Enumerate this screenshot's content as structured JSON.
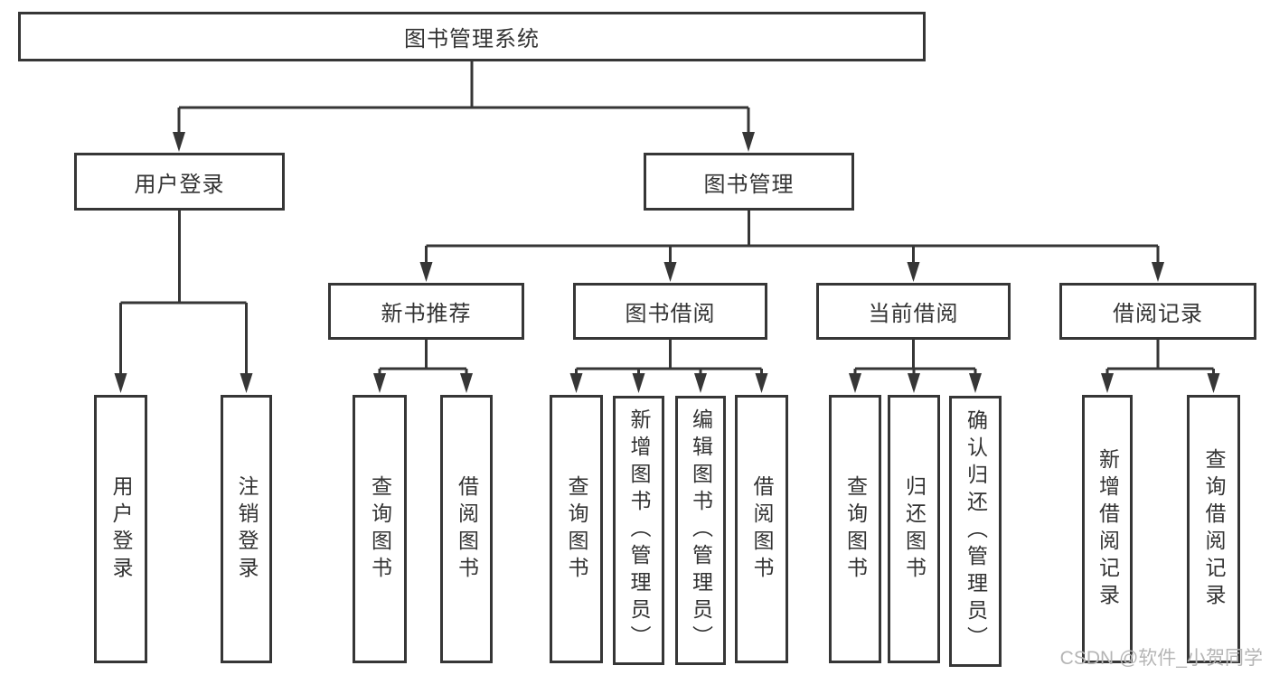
{
  "tree": {
    "root": {
      "label": "图书管理系统"
    },
    "children": [
      {
        "label": "用户登录",
        "children": [
          {
            "label": "用户登录"
          },
          {
            "label": "注销登录"
          }
        ]
      },
      {
        "label": "图书管理",
        "children": [
          {
            "label": "新书推荐",
            "children": [
              {
                "label": "查询图书"
              },
              {
                "label": "借阅图书"
              }
            ]
          },
          {
            "label": "图书借阅",
            "children": [
              {
                "label": "查询图书"
              },
              {
                "label": "新增图书（管理员）"
              },
              {
                "label": "编辑图书（管理员）"
              },
              {
                "label": "借阅图书"
              }
            ]
          },
          {
            "label": "当前借阅",
            "children": [
              {
                "label": "查询图书"
              },
              {
                "label": "归还图书"
              },
              {
                "label": "确认归还（管理员）"
              }
            ]
          },
          {
            "label": "借阅记录",
            "children": [
              {
                "label": "新增借阅记录"
              },
              {
                "label": "查询借阅记录"
              }
            ]
          }
        ]
      }
    ]
  },
  "watermark": "CSDN @软件_小贺同学",
  "colors": {
    "line": "#363636",
    "text": "#333333",
    "watermark": "#b5b5b5",
    "background": "#ffffff"
  }
}
